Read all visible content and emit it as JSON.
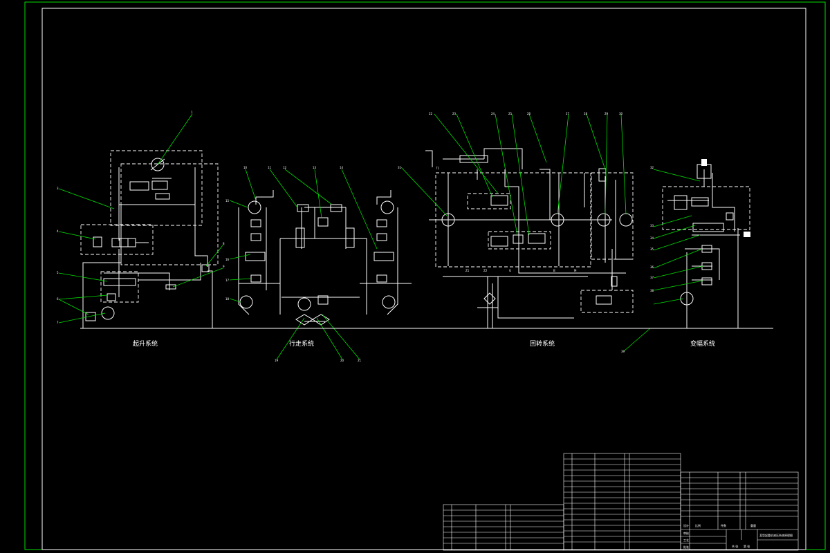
{
  "drawing": {
    "systems": [
      {
        "id": "lift",
        "label": "起升系统"
      },
      {
        "id": "travel",
        "label": "行走系统"
      },
      {
        "id": "slew",
        "label": "回转系统"
      },
      {
        "id": "luff",
        "label": "变幅系统"
      }
    ],
    "port_labels": [
      "T1",
      "Z1",
      "Z2",
      "G",
      "B",
      "M"
    ],
    "callouts_lift": [
      "3",
      "4",
      "5",
      "6",
      "7",
      "8",
      "9",
      "1"
    ],
    "callouts_travel": [
      "10",
      "11",
      "12",
      "13",
      "14",
      "15",
      "16",
      "17",
      "18",
      "19",
      "20",
      "21"
    ],
    "callouts_slew": [
      "22",
      "23",
      "24",
      "25",
      "26",
      "27",
      "28",
      "29",
      "30",
      "31"
    ],
    "callouts_luff": [
      "32",
      "33",
      "34",
      "35",
      "36",
      "37",
      "38",
      "39"
    ]
  },
  "title_block": {
    "title": "某型起重机液压系统原理图",
    "row_labels": [
      "比例",
      "件数",
      "重量",
      "共 张",
      "第 张"
    ],
    "sign_labels": [
      "设计",
      "审核",
      "工艺",
      "批准"
    ]
  },
  "colors": {
    "background": "#000000",
    "linework": "#ffffff",
    "callout": "#00e000"
  }
}
